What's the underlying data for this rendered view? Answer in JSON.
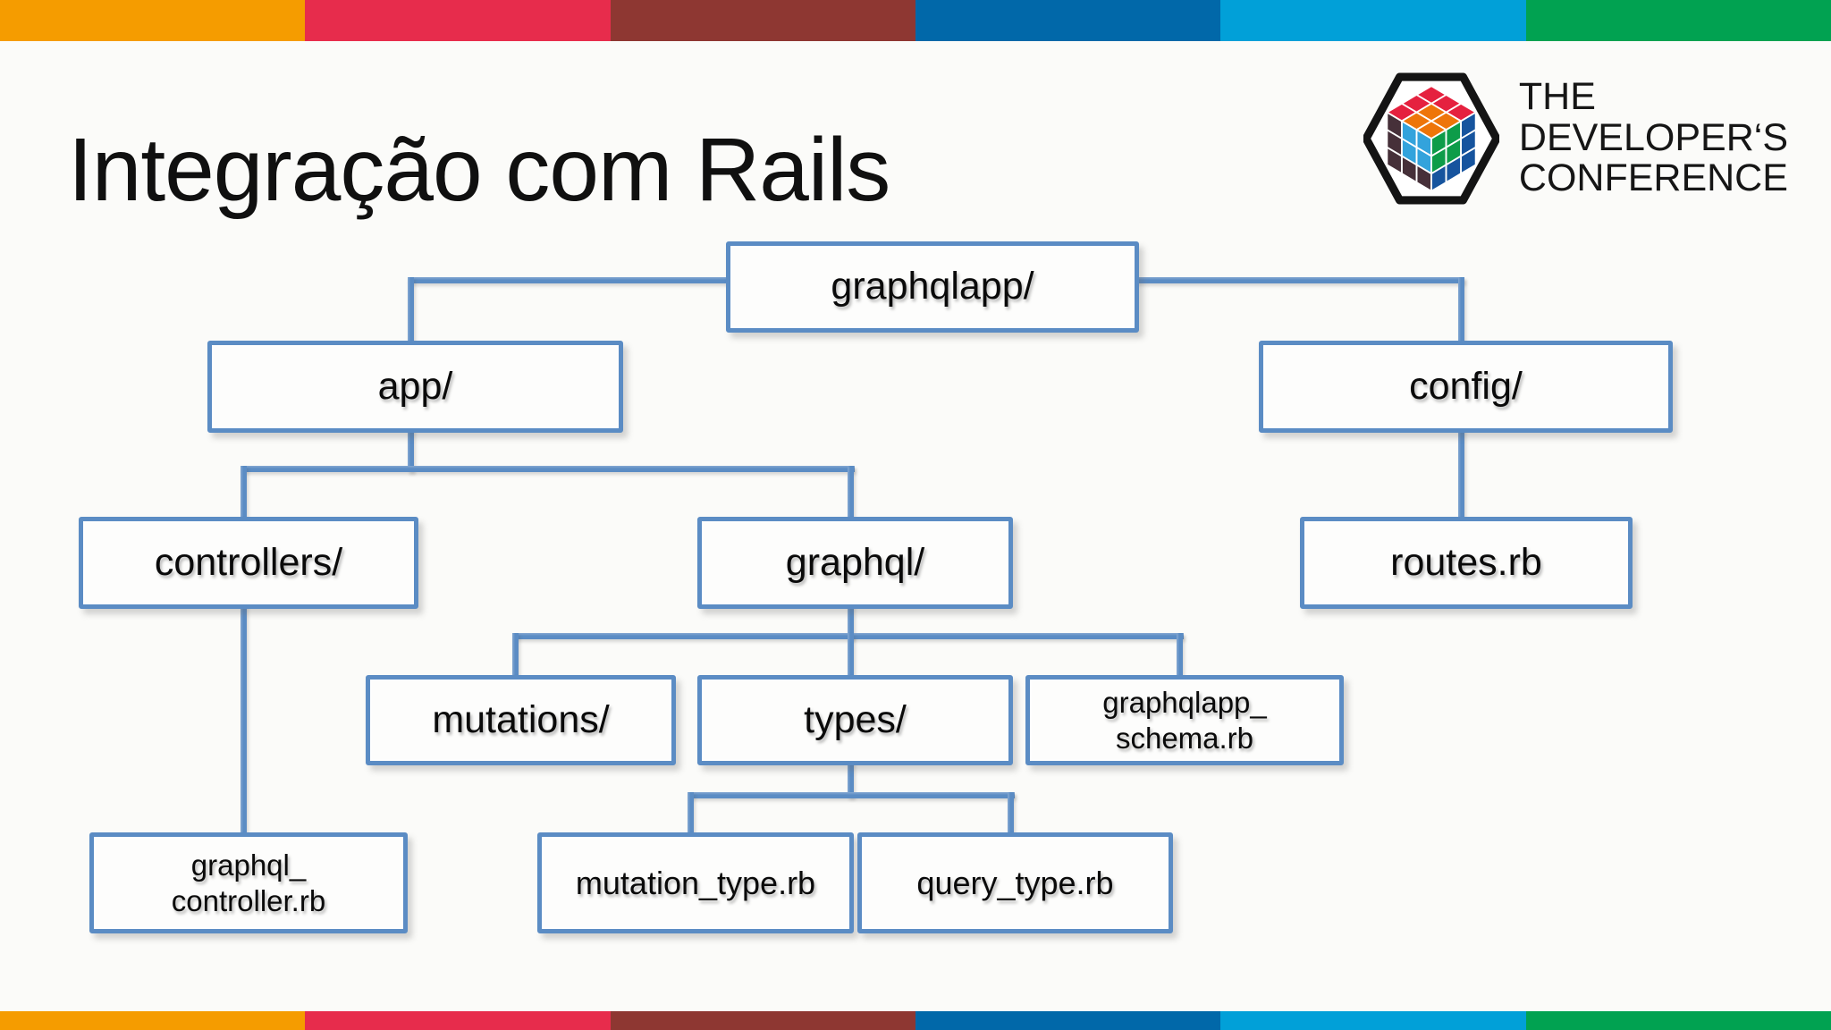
{
  "slide": {
    "title": "Integração com Rails",
    "background": "#FBFBF9"
  },
  "brand_bar": {
    "colors": [
      "#F59C00",
      "#E72C4C",
      "#8E3732",
      "#0168A9",
      "#01A0D8",
      "#01A251"
    ]
  },
  "logo": {
    "lines": [
      "THE",
      "DEVELOPER‘S",
      "CONFERENCE"
    ],
    "cube": {
      "outline": "#141414",
      "tile_gap": "#FFFFFF",
      "top_l": "#E5213F",
      "top_block": "#EE7509",
      "right_l": "#16549E",
      "right_block": "#0D9C49",
      "left_l": "#463039",
      "left_block": "#33A3DC"
    }
  },
  "diagram": {
    "accent": "#5b8cc4",
    "nodes": [
      {
        "id": "graphqlapp",
        "label": "graphqlapp/"
      },
      {
        "id": "app",
        "label": "app/"
      },
      {
        "id": "config",
        "label": "config/"
      },
      {
        "id": "controllers",
        "label": "controllers/"
      },
      {
        "id": "graphql",
        "label": "graphql/"
      },
      {
        "id": "routes",
        "label": "routes.rb"
      },
      {
        "id": "mutations",
        "label": "mutations/"
      },
      {
        "id": "types",
        "label": "types/"
      },
      {
        "id": "schema",
        "label": "graphqlapp_\nschema.rb"
      },
      {
        "id": "graphql-controller",
        "label": "graphql_\ncontroller.rb"
      },
      {
        "id": "mutation-type",
        "label": "mutation_type.rb"
      },
      {
        "id": "query-type",
        "label": "query_type.rb"
      }
    ]
  }
}
